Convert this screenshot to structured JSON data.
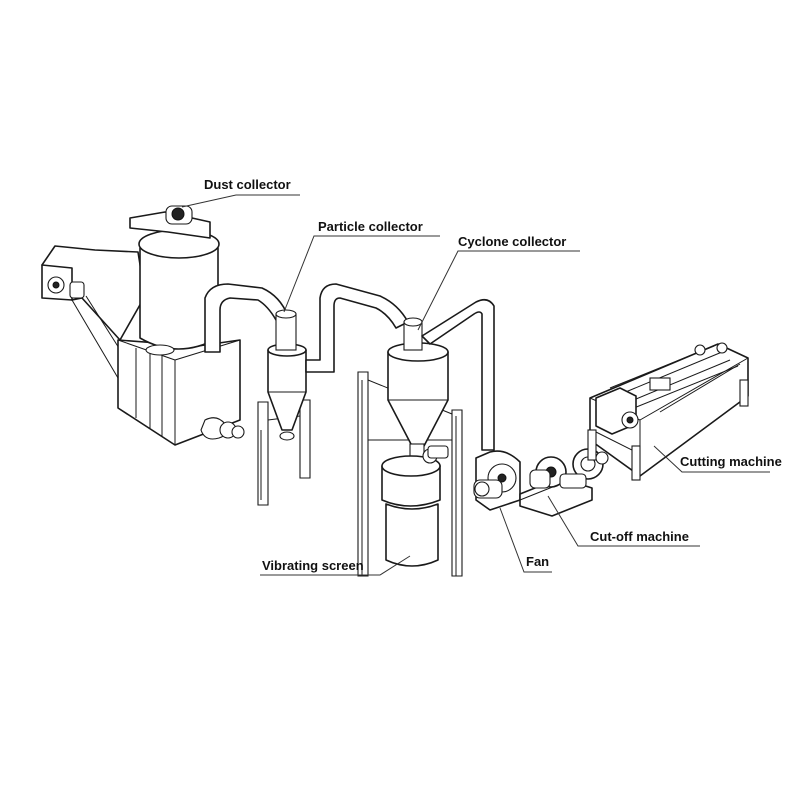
{
  "labels": {
    "dust_collector": "Dust collector",
    "particle_collector": "Particle collector",
    "cyclone_collector": "Cyclone collector",
    "cutting_machine": "Cutting machine",
    "cut_off_machine": "Cut-off machine",
    "fan": "Fan",
    "vibrating_screen": "Vibrating screen"
  }
}
